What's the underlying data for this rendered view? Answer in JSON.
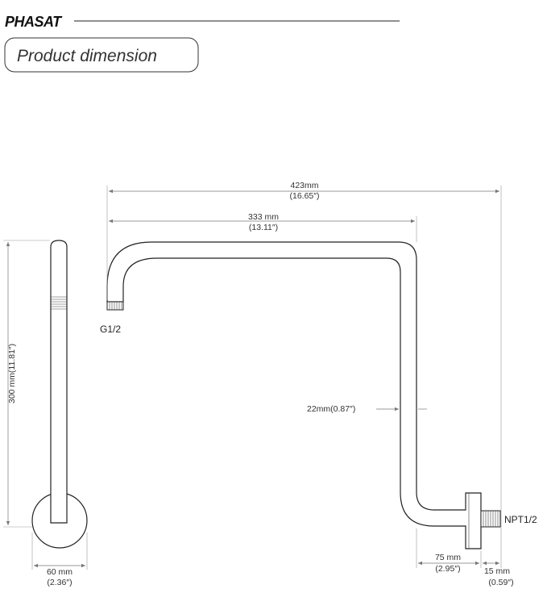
{
  "header": {
    "brand": "PHASAT",
    "section_title": "Product dimension"
  },
  "dimensions": {
    "overall_width_mm": "423mm",
    "overall_width_in": "(16.65″)",
    "arm_width_mm": "333 mm",
    "arm_width_in": "(13.11″)",
    "height_label": "300 mm(11.81″)",
    "diameter_label": "22mm(0.87″)",
    "flange_mm": "60 mm",
    "flange_in": "(2.36″)",
    "elbow_mm": "75 mm",
    "elbow_in": "(2.95″)",
    "thread_mm": "15 mm",
    "thread_in": "(0.59″)"
  },
  "labels": {
    "outlet_thread": "G1/2",
    "inlet_thread": "NPT1/2"
  },
  "colors": {
    "line": "#222222",
    "dimension": "#777777",
    "background": "#ffffff"
  }
}
